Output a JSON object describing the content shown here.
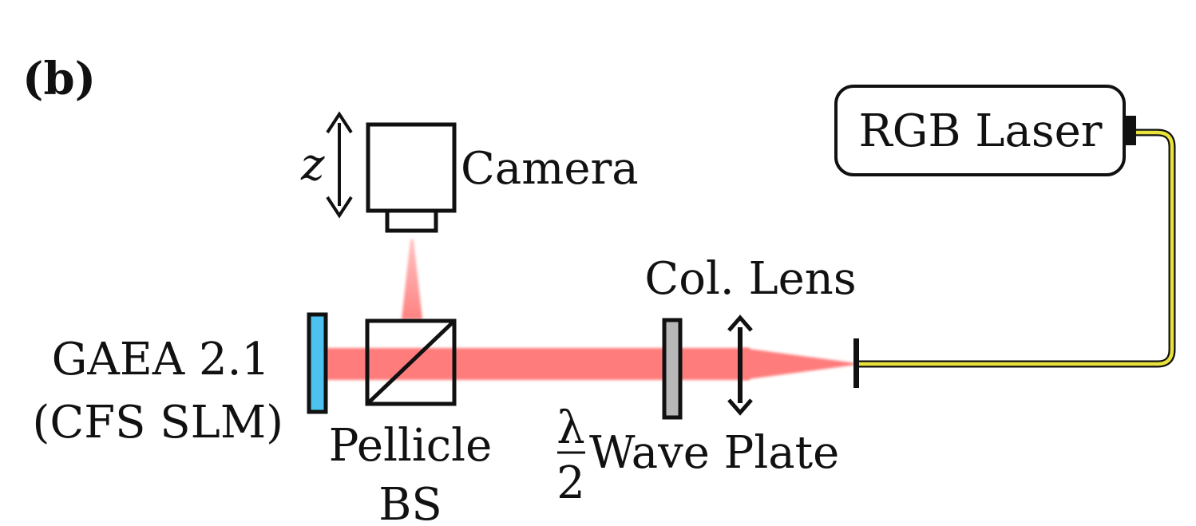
{
  "panel_label": "(b)",
  "labels": {
    "laser": "RGB Laser",
    "camera": "Camera",
    "z_axis": "z",
    "lens": "Col. Lens",
    "slm_line1": "GAEA 2.1",
    "slm_line2": "(CFS SLM)",
    "bs_line1": "Pellicle",
    "bs_line2": "BS",
    "waveplate_numerator": "λ",
    "waveplate_denominator": "2",
    "waveplate_text": "Wave Plate"
  },
  "colors": {
    "beam": "#ff7b7b",
    "fiber": "#e8e23a",
    "slm": "#4cc3ee",
    "waveplate": "#b8b8b8",
    "outline": "#111111"
  }
}
